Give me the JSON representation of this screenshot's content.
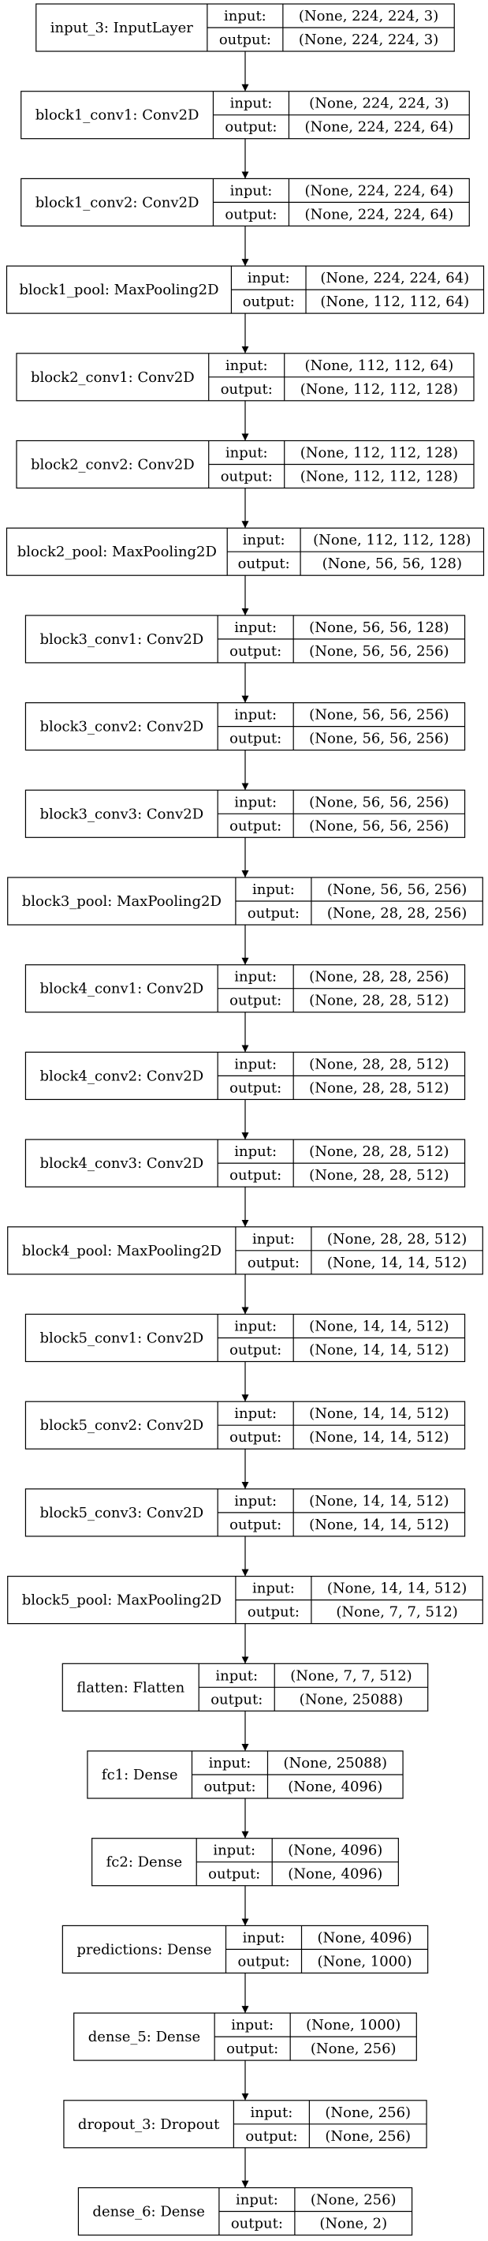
{
  "layers": [
    {
      "name": "input_3: InputLayer",
      "input": "(None, 224, 224, 3)",
      "output": "(None, 224, 224, 3)"
    },
    {
      "name": "block1_conv1: Conv2D",
      "input": "(None, 224, 224, 3)",
      "output": "(None, 224, 224, 64)"
    },
    {
      "name": "block1_conv2: Conv2D",
      "input": "(None, 224, 224, 64)",
      "output": "(None, 224, 224, 64)"
    },
    {
      "name": "block1_pool: MaxPooling2D",
      "input": "(None, 224, 224, 64)",
      "output": "(None, 112, 112, 64)"
    },
    {
      "name": "block2_conv1: Conv2D",
      "input": "(None, 112, 112, 64)",
      "output": "(None, 112, 112, 128)"
    },
    {
      "name": "block2_conv2: Conv2D",
      "input": "(None, 112, 112, 128)",
      "output": "(None, 112, 112, 128)"
    },
    {
      "name": "block2_pool: MaxPooling2D",
      "input": "(None, 112, 112, 128)",
      "output": "(None, 56, 56, 128)"
    },
    {
      "name": "block3_conv1: Conv2D",
      "input": "(None, 56, 56, 128)",
      "output": "(None, 56, 56, 256)"
    },
    {
      "name": "block3_conv2: Conv2D",
      "input": "(None, 56, 56, 256)",
      "output": "(None, 56, 56, 256)"
    },
    {
      "name": "block3_conv3: Conv2D",
      "input": "(None, 56, 56, 256)",
      "output": "(None, 56, 56, 256)"
    },
    {
      "name": "block3_pool: MaxPooling2D",
      "input": "(None, 56, 56, 256)",
      "output": "(None, 28, 28, 256)"
    },
    {
      "name": "block4_conv1: Conv2D",
      "input": "(None, 28, 28, 256)",
      "output": "(None, 28, 28, 512)"
    },
    {
      "name": "block4_conv2: Conv2D",
      "input": "(None, 28, 28, 512)",
      "output": "(None, 28, 28, 512)"
    },
    {
      "name": "block4_conv3: Conv2D",
      "input": "(None, 28, 28, 512)",
      "output": "(None, 28, 28, 512)"
    },
    {
      "name": "block4_pool: MaxPooling2D",
      "input": "(None, 28, 28, 512)",
      "output": "(None, 14, 14, 512)"
    },
    {
      "name": "block5_conv1: Conv2D",
      "input": "(None, 14, 14, 512)",
      "output": "(None, 14, 14, 512)"
    },
    {
      "name": "block5_conv2: Conv2D",
      "input": "(None, 14, 14, 512)",
      "output": "(None, 14, 14, 512)"
    },
    {
      "name": "block5_conv3: Conv2D",
      "input": "(None, 14, 14, 512)",
      "output": "(None, 14, 14, 512)"
    },
    {
      "name": "block5_pool: MaxPooling2D",
      "input": "(None, 14, 14, 512)",
      "output": "(None, 7, 7, 512)"
    },
    {
      "name": "flatten: Flatten",
      "input": "(None, 7, 7, 512)",
      "output": "(None, 25088)"
    },
    {
      "name": "fc1: Dense",
      "input": "(None, 25088)",
      "output": "(None, 4096)"
    },
    {
      "name": "fc2: Dense",
      "input": "(None, 4096)",
      "output": "(None, 4096)"
    },
    {
      "name": "predictions: Dense",
      "input": "(None, 4096)",
      "output": "(None, 1000)"
    },
    {
      "name": "dense_5: Dense",
      "input": "(None, 1000)",
      "output": "(None, 256)"
    },
    {
      "name": "dropout_3: Dropout",
      "input": "(None, 256)",
      "output": "(None, 256)"
    },
    {
      "name": "dense_6: Dense",
      "input": "(None, 256)",
      "output": "(None, 2)"
    }
  ],
  "port_labels": {
    "input": "input:",
    "output": "output:"
  }
}
